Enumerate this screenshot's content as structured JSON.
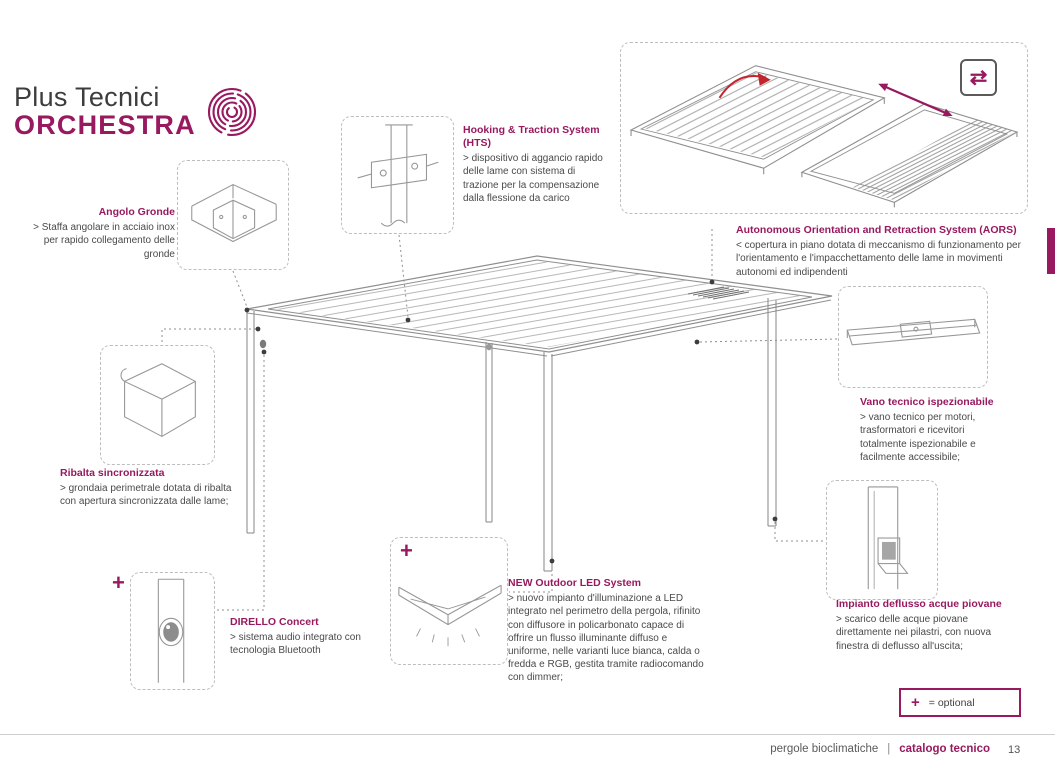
{
  "colors": {
    "accent": "#98195f",
    "red_arrow": "#c4242c"
  },
  "brand": {
    "line1": "Plus Tecnici",
    "line2": "ORCHESTRA"
  },
  "callouts": {
    "angolo_gronde": {
      "title": "Angolo Gronde",
      "body": "> Staffa angolare in acciaio inox per rapido collegamento delle gronde"
    },
    "hts": {
      "title": "Hooking & Traction System (HTS)",
      "body": "> dispositivo di aggancio rapido delle lame con sistema di trazione per la compensazione dalla flessione da carico"
    },
    "aors": {
      "title": "Autonomous Orientation and Retraction System (AORS)",
      "body": "< copertura in piano dotata di meccanismo di funzionamento per l'orientamento e l'impacchettamento delle lame in movimenti autonomi ed indipendenti"
    },
    "vano_tecnico": {
      "title": "Vano tecnico ispezionabile",
      "body": "> vano tecnico per motori, trasformatori e ricevitori totalmente ispezionabile e facilmente accessibile;"
    },
    "ribalta": {
      "title": "Ribalta sincronizzata",
      "body": "> grondaia perimetrale dotata di ribalta con apertura sincronizzata dalle lame;"
    },
    "dirello": {
      "title": "DIRELLO Concert",
      "body": "> sistema audio integrato con tecnologia Bluetooth"
    },
    "led": {
      "title": "NEW Outdoor LED System",
      "body": "> nuovo impianto d'illuminazione a LED integrato nel perimetro della pergola, rifinito con diffusore in policarbonato capace di offrire un flusso illuminante diffuso e uniforme, nelle varianti luce bianca, calda o fredda e RGB, gestita tramite radiocomando con dimmer;"
    },
    "deflusso": {
      "title": "Impianto deflusso acque piovane",
      "body": "> scarico delle acque piovane direttamente nei pilastri, con nuova finestra di deflusso all'uscita;"
    }
  },
  "icons": {
    "swap": "⇄"
  },
  "markers": {
    "plus": "+"
  },
  "legend": {
    "plus": "+",
    "text": "= optional"
  },
  "footer": {
    "left": "pergole bioclimatiche",
    "separator": "|",
    "right": "catalogo tecnico",
    "page": "13"
  }
}
